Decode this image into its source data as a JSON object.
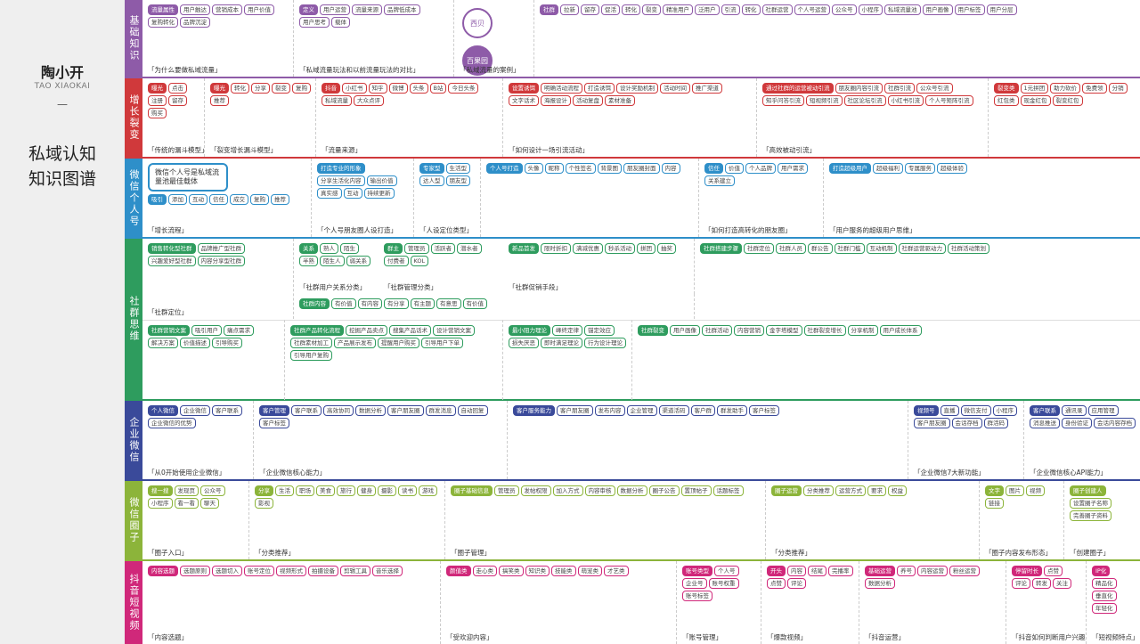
{
  "left": {
    "name": "陶小开",
    "pinyin": "TAO XIAOKAI",
    "dash": "—",
    "title1": "私域认知",
    "title2": "知识图谱"
  },
  "colors": {
    "basic": "#8e5ba8",
    "growth": "#d0393b",
    "personal": "#2e8fc9",
    "community": "#2e9c5e",
    "work": "#3a4a9a",
    "circle": "#8cb43a",
    "douyin": "#d0287a"
  },
  "rows": [
    {
      "label": "基础知识",
      "panels": [
        {
          "caption": "「为什么要做私域流量」",
          "items": [
            "流量属性",
            "用户触达",
            "营销成本",
            "用户价值",
            "复购转化",
            "品牌沉淀"
          ]
        },
        {
          "caption": "「私域流量玩法和以前流量玩法的对比」",
          "items": [
            "定义",
            "用户运营",
            "流量来源",
            "品牌低成本",
            "用户思考",
            "载体"
          ]
        },
        {
          "caption": "「私域流量的案例」",
          "logos": [
            "西贝",
            "百果园"
          ]
        },
        {
          "caption": "",
          "items": [
            "社群",
            "拉新",
            "留存",
            "促活",
            "转化",
            "裂变",
            "精准用户",
            "泛用户",
            "引流",
            "转化",
            "社群运营",
            "个人号运营",
            "公众号",
            "小程序",
            "私域流量池",
            "用户画像",
            "用户标签",
            "用户分层"
          ]
        }
      ]
    },
    {
      "label": "增长裂变",
      "panels": [
        {
          "caption": "「传统的漏斗模型」",
          "items": [
            "曝光",
            "点击",
            "注册",
            "留存",
            "购买"
          ]
        },
        {
          "caption": "「裂变增长漏斗模型」",
          "items": [
            "曝光",
            "转化",
            "分享",
            "裂变",
            "复购",
            "推荐"
          ]
        },
        {
          "caption": "「流量来源」",
          "items": [
            "抖音",
            "小红书",
            "知乎",
            "微博",
            "头条",
            "B站",
            "今日头条",
            "私域流量",
            "大众点评"
          ]
        },
        {
          "caption": "「如何设计一场引流活动」",
          "items": [
            "设置诱饵",
            "明确活动流程",
            "打造诱饵",
            "设计奖励机制",
            "活动时间",
            "推广渠道",
            "文字话术",
            "海报设计",
            "活动复盘",
            "素材准备"
          ]
        },
        {
          "caption": "「高效被动引流」",
          "items": [
            "通过社群的运营被动引流",
            "朋友圈内容引流",
            "社群引流",
            "公众号引流",
            "知乎问答引流",
            "短视频引流",
            "社区论坛引流",
            "小红书引流",
            "个人号矩阵引流"
          ]
        },
        {
          "caption": "",
          "items": [
            "裂变类",
            "1元拼团",
            "助力砍价",
            "免费领",
            "分销",
            "红包类",
            "现金红包",
            "裂变红包"
          ]
        }
      ]
    },
    {
      "label": "微信个人号",
      "panels": [
        {
          "caption": "「增长流程」",
          "box": "微信个人号是私域流量池最佳载体",
          "items": [
            "吸引",
            "添加",
            "互动",
            "信任",
            "成交",
            "复购",
            "推荐"
          ]
        },
        {
          "caption": "「个人号朋友圈人设打造」",
          "items": [
            "打造专业的形象",
            "分享生活化内容",
            "输出价值",
            "真实感",
            "互动",
            "持续更新"
          ]
        },
        {
          "caption": "「人设定位类型」",
          "items": [
            "专家型",
            "生活型",
            "达人型",
            "朋友型"
          ]
        },
        {
          "caption": "",
          "items": [
            "个人号打造",
            "头像",
            "昵称",
            "个性签名",
            "背景图",
            "朋友圈封面",
            "内容"
          ]
        },
        {
          "caption": "「如何打造高转化的朋友圈」",
          "items": [
            "信任",
            "价值",
            "个人品牌",
            "用户需求",
            "关系建立"
          ]
        },
        {
          "caption": "「用户服务的超级用户思维」",
          "items": [
            "打造超级用户",
            "超级福利",
            "专属服务",
            "超级体验"
          ]
        }
      ]
    },
    {
      "label": "社群思维",
      "panels": [
        {
          "caption": "「社群定位」",
          "items": [
            "销售转化型社群",
            "品牌推广型社群",
            "兴趣爱好型社群",
            "内容分享型社群"
          ]
        },
        {
          "caption": "「社群用户关系分类」",
          "items": [
            "关系",
            "熟人",
            "陌生",
            "半熟",
            "陌生人",
            "弱关系"
          ]
        },
        {
          "caption": "「社群管理分类」",
          "items": [
            "群主",
            "管理员",
            "活跃者",
            "潜水者",
            "付费者",
            "KOL"
          ]
        },
        {
          "caption": "「社群促销手段」",
          "items": [
            "新品首发",
            "限时折扣",
            "满减优惠",
            "秒杀活动",
            "拼团",
            "抽奖"
          ]
        },
        {
          "caption": "",
          "items": [
            "社群搭建步骤",
            "社群定位",
            "社群人员",
            "群公告",
            "社群门槛",
            "互动机制",
            "社群运营驱动力",
            "社群活动策划"
          ]
        },
        {
          "caption": "",
          "items": [
            "社群内容",
            "有价值",
            "有内容",
            "有分享",
            "有主题",
            "有意思",
            "有价值"
          ]
        },
        {
          "caption": "",
          "items": [
            "社群营销文案",
            "吸引用户",
            "痛点需求",
            "解决方案",
            "价值描述",
            "引导购买"
          ]
        },
        {
          "caption": "",
          "items": [
            "社群产品转化流程",
            "挖掘产品卖点",
            "搜集产品话术",
            "设计营销文案",
            "社群素材加工",
            "产品展示发布",
            "提醒用户购买",
            "引导用户下单",
            "引导用户复购"
          ]
        },
        {
          "caption": "",
          "items": [
            "最小阻力理论",
            "峰终定律",
            "锚定效应",
            "损失厌恶",
            "即时满足理论",
            "行为设计理论"
          ]
        },
        {
          "caption": "",
          "items": [
            "社群裂变",
            "用户画像",
            "社群活动",
            "内容营销",
            "金字塔模型",
            "社群裂变增长",
            "分享机制",
            "用户成长体系"
          ]
        }
      ]
    },
    {
      "label": "企业微信",
      "panels": [
        {
          "caption": "「从0开始使用企业微信」",
          "items": [
            "个人微信",
            "企业微信",
            "客户联系",
            "企业微信的优势"
          ]
        },
        {
          "caption": "「企业微信核心能力」",
          "items": [
            "客户管理",
            "客户联系",
            "高效协同",
            "数据分析",
            "客户朋友圈",
            "群发消息",
            "自动回复",
            "客户标签"
          ]
        },
        {
          "caption": "",
          "items": [
            "客户服务能力",
            "客户朋友圈",
            "发布内容",
            "企业管理",
            "渠道活码",
            "客户群",
            "群发助手",
            "客户标签"
          ]
        },
        {
          "caption": "「企业微信7大新功能」",
          "items": [
            "视频号",
            "直播",
            "微信支付",
            "小程序",
            "客户朋友圈",
            "会话存档",
            "群活码"
          ]
        },
        {
          "caption": "「企业微信核心API能力」",
          "items": [
            "客户联系",
            "通讯录",
            "应用管理",
            "消息推送",
            "身份验证",
            "会话内容存档"
          ]
        }
      ]
    },
    {
      "label": "微信圈子",
      "panels": [
        {
          "caption": "「圈子入口」",
          "items": [
            "搜一搜",
            "发现页",
            "公众号",
            "小程序",
            "看一看",
            "聊天"
          ]
        },
        {
          "caption": "「分类推荐」",
          "items": [
            "分享",
            "生活",
            "职场",
            "美食",
            "旅行",
            "健身",
            "摄影",
            "读书",
            "游戏",
            "影视"
          ]
        },
        {
          "caption": "「圈子管理」",
          "items": [
            "圈子基础信息",
            "管理员",
            "发帖权限",
            "加入方式",
            "内容审核",
            "数据分析",
            "圈子公告",
            "置顶帖子",
            "话题标签"
          ]
        },
        {
          "caption": "「分类推荐」",
          "items": [
            "圈子运营",
            "分类推荐",
            "运营方式",
            "要求",
            "权益"
          ]
        },
        {
          "caption": "「圈子内容发布形态」",
          "items": [
            "文字",
            "图片",
            "视频",
            "链接"
          ]
        },
        {
          "caption": "「创建圈子」",
          "items": [
            "圈子创建人",
            "设置圈子名称",
            "完善圈子资料"
          ]
        }
      ]
    },
    {
      "label": "抖音短视频",
      "panels": [
        {
          "caption": "「内容选题」",
          "items": [
            "内容选题",
            "选题原则",
            "选题切入",
            "账号定位",
            "视频形式",
            "拍摄设备",
            "剪辑工具",
            "音乐选择"
          ]
        },
        {
          "caption": "「受欢迎内容」",
          "items": [
            "颜值类",
            "走心类",
            "搞笑类",
            "知识类",
            "技能类",
            "萌宠类",
            "才艺类"
          ]
        },
        {
          "caption": "「账号管理」",
          "items": [
            "账号类型",
            "个人号",
            "企业号",
            "账号权重",
            "账号标签"
          ]
        },
        {
          "caption": "「爆款视频」",
          "items": [
            "开头",
            "内容",
            "结尾",
            "完播率",
            "点赞",
            "评论"
          ]
        },
        {
          "caption": "「抖音运营」",
          "items": [
            "基础运营",
            "养号",
            "内容运营",
            "粉丝运营",
            "数据分析"
          ]
        },
        {
          "caption": "「抖音如何判断用户兴趣」",
          "items": [
            "停留时长",
            "点赞",
            "评论",
            "转发",
            "关注"
          ]
        },
        {
          "caption": "「短视频特点」",
          "items": [
            "IP化",
            "精品化",
            "垂直化",
            "年轻化"
          ]
        }
      ]
    }
  ]
}
